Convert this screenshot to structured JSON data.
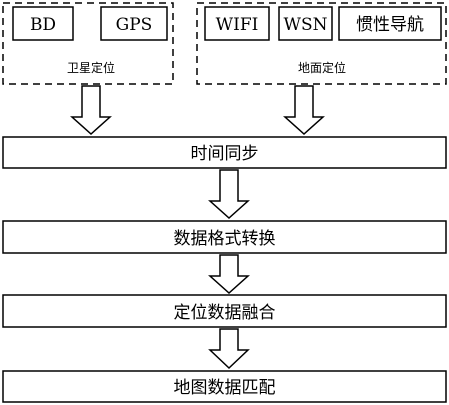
{
  "groups": {
    "satellite": {
      "label": "卫星定位",
      "items": [
        "BD",
        "GPS"
      ]
    },
    "ground": {
      "label": "地面定位",
      "items": [
        "WIFI",
        "WSN",
        "惯性导航"
      ]
    }
  },
  "steps": [
    "时间同步",
    "数据格式转换",
    "定位数据融合",
    "地图数据匹配"
  ]
}
